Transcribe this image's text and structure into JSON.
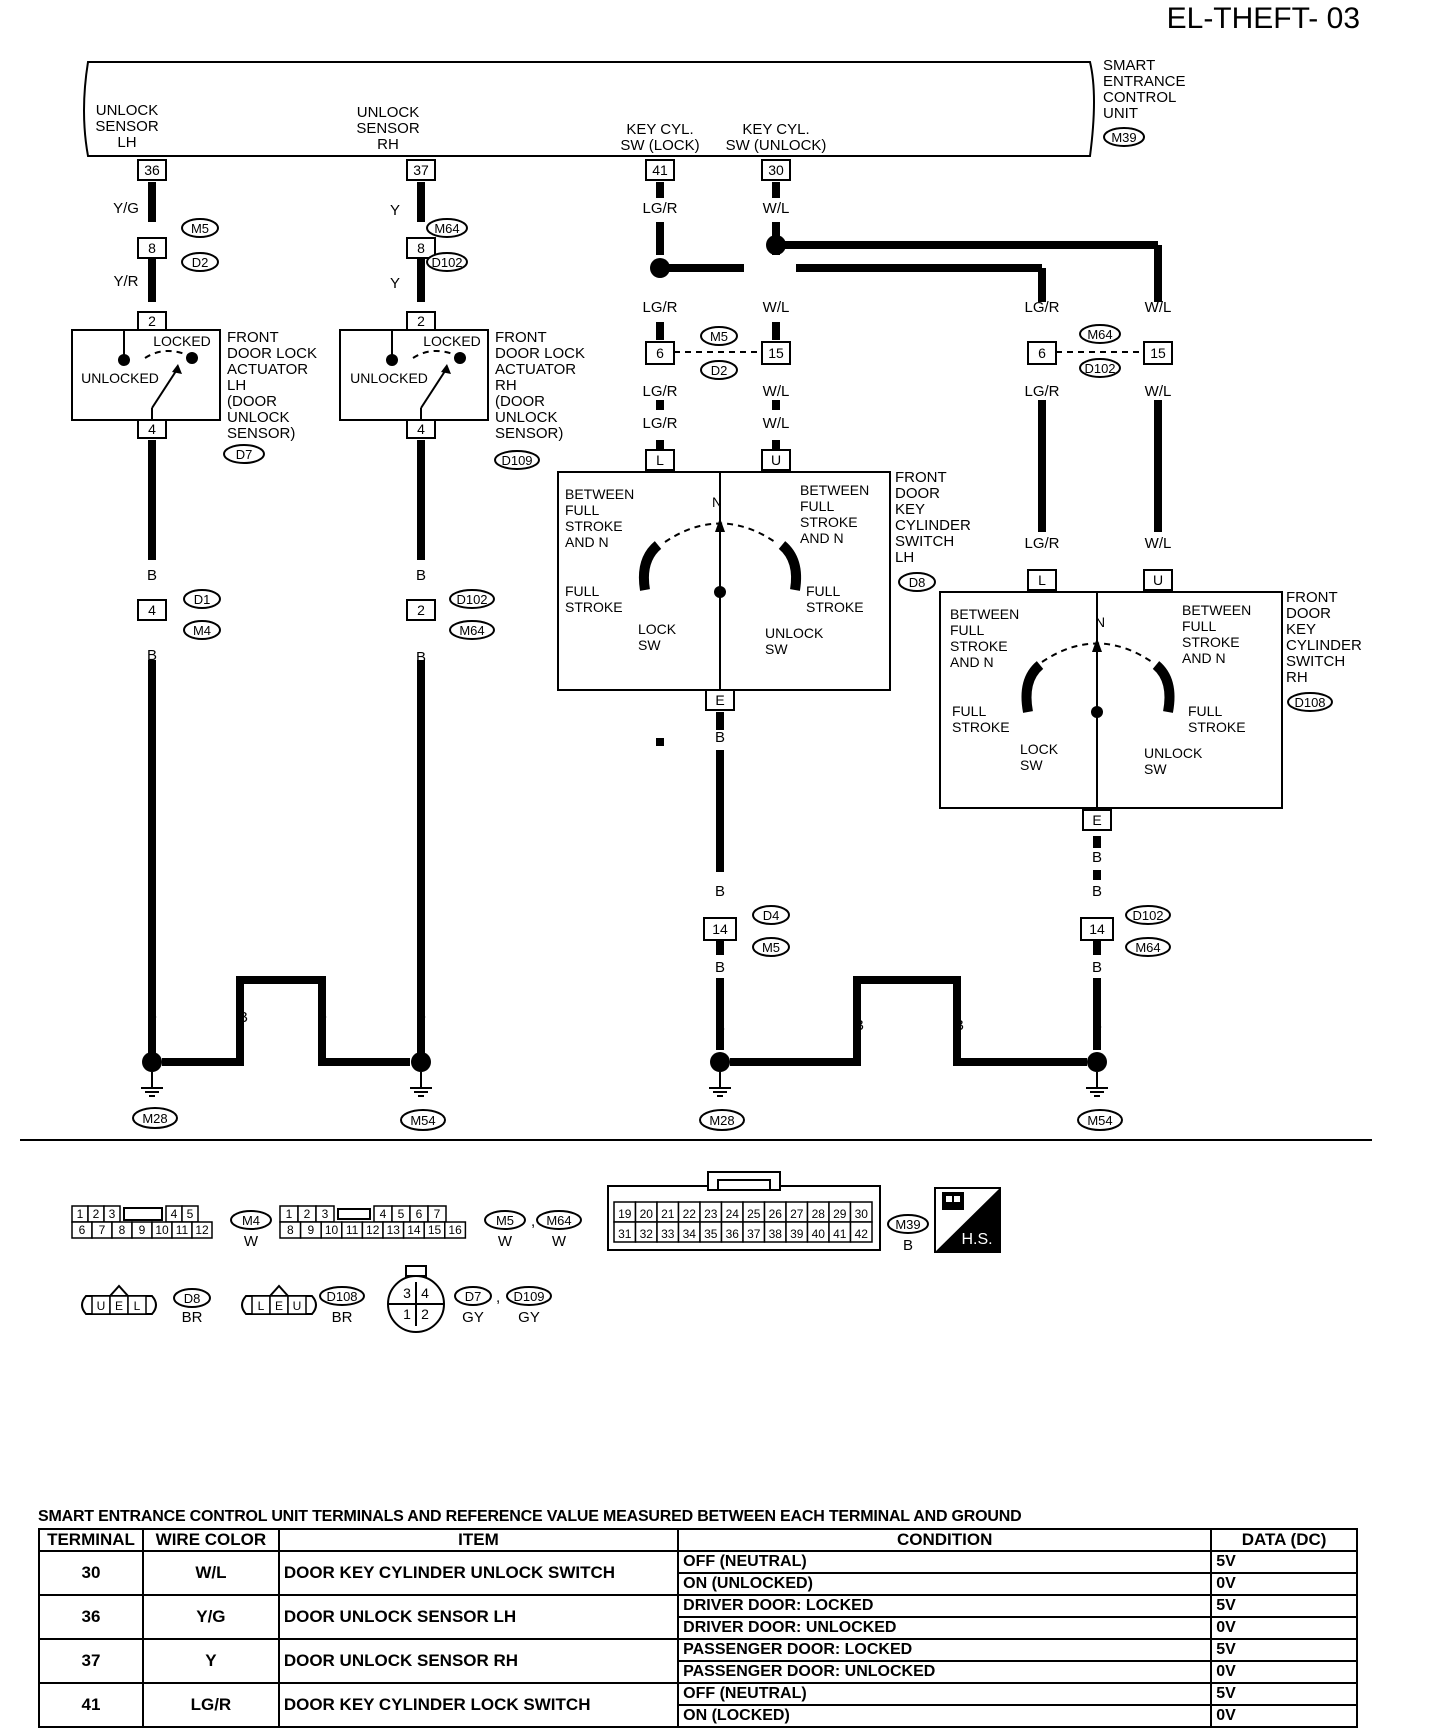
{
  "page_code": "EL-THEFT- 03",
  "control_unit": {
    "name": "SMART ENTRANCE CONTROL UNIT",
    "connector": "M39",
    "pins": [
      {
        "label": "UNLOCK SENSOR LH",
        "terminal": "36"
      },
      {
        "label": "UNLOCK SENSOR RH",
        "terminal": "37"
      },
      {
        "label": "KEY CYL. SW (LOCK)",
        "terminal": "41"
      },
      {
        "label": "KEY CYL. SW (UNLOCK)",
        "terminal": "30"
      }
    ]
  },
  "wires": {
    "yg": "Y/G",
    "yr": "Y/R",
    "y": "Y",
    "lgr": "LG/R",
    "wl": "W/L",
    "b": "B"
  },
  "connectors": {
    "m5": "M5",
    "d2": "D2",
    "m64": "M64",
    "d102": "D102",
    "d1": "D1",
    "m4": "M4",
    "d4": "D4",
    "d7": "D7",
    "d109": "D109",
    "d8": "D8",
    "d108": "D108",
    "m28": "M28",
    "m54": "M54",
    "m39": "M39"
  },
  "pins": {
    "p8": "8",
    "p2": "2",
    "p4": "4",
    "p6": "6",
    "p15": "15",
    "p14": "14",
    "pL": "L",
    "pU": "U",
    "pE": "E"
  },
  "actuator_lh": {
    "name": "FRONT DOOR LOCK ACTUATOR LH (DOOR UNLOCK SENSOR)",
    "locked": "LOCKED",
    "unlocked": "UNLOCKED"
  },
  "actuator_rh": {
    "name": "FRONT DOOR LOCK ACTUATOR RH (DOOR UNLOCK SENSOR)",
    "locked": "LOCKED",
    "unlocked": "UNLOCKED"
  },
  "key_switch_lh": {
    "name": "FRONT DOOR KEY CYLINDER SWITCH LH",
    "between": "BETWEEN FULL STROKE AND N",
    "neutral": "N",
    "full_stroke": "FULL STROKE",
    "lock_sw": "LOCK SW",
    "unlock_sw": "UNLOCK SW"
  },
  "key_switch_rh": {
    "name": "FRONT DOOR KEY CYLINDER SWITCH RH",
    "between": "BETWEEN FULL STROKE AND N",
    "neutral": "N",
    "full_stroke": "FULL STROKE",
    "lock_sw": "LOCK SW",
    "unlock_sw": "UNLOCK SW"
  },
  "legend": {
    "m4_pins": [
      "1",
      "2",
      "3",
      "4",
      "5",
      "6",
      "7",
      "8",
      "9",
      "10",
      "11",
      "12"
    ],
    "m4_color": "W",
    "m5_pins": [
      "1",
      "2",
      "3",
      "4",
      "5",
      "6",
      "7",
      "8",
      "9",
      "10",
      "11",
      "12",
      "13",
      "14",
      "15",
      "16"
    ],
    "m5_color": "W",
    "m64_color": "W",
    "m39_pins": [
      "19",
      "20",
      "21",
      "22",
      "23",
      "24",
      "25",
      "26",
      "27",
      "28",
      "29",
      "30",
      "31",
      "32",
      "33",
      "34",
      "35",
      "36",
      "37",
      "38",
      "39",
      "40",
      "41",
      "42"
    ],
    "m39_color": "B",
    "hs": "H.S.",
    "d8_pins": [
      "U",
      "E",
      "L"
    ],
    "d8_color": "BR",
    "d108_pins": [
      "L",
      "E",
      "U"
    ],
    "d108_color": "BR",
    "d7_pins": [
      "3",
      "4",
      "1",
      "2"
    ],
    "d7_color": "GY",
    "d109_color": "GY",
    "comma": ","
  },
  "table": {
    "caption": "SMART ENTRANCE CONTROL UNIT TERMINALS AND REFERENCE VALUE MEASURED BETWEEN EACH TERMINAL AND GROUND",
    "headers": [
      "TERMINAL",
      "WIRE COLOR",
      "ITEM",
      "CONDITION",
      "DATA (DC)"
    ],
    "rows": [
      {
        "terminal": "30",
        "wire": "W/L",
        "item": "DOOR KEY CYLINDER UNLOCK SWITCH",
        "conditions": [
          "OFF (NEUTRAL)",
          "ON (UNLOCKED)"
        ],
        "data": [
          "5V",
          "0V"
        ]
      },
      {
        "terminal": "36",
        "wire": "Y/G",
        "item": "DOOR UNLOCK SENSOR LH",
        "conditions": [
          "DRIVER DOOR: LOCKED",
          "DRIVER DOOR: UNLOCKED"
        ],
        "data": [
          "5V",
          "0V"
        ]
      },
      {
        "terminal": "37",
        "wire": "Y",
        "item": "DOOR UNLOCK SENSOR RH",
        "conditions": [
          "PASSENGER DOOR: LOCKED",
          "PASSENGER DOOR: UNLOCKED"
        ],
        "data": [
          "5V",
          "0V"
        ]
      },
      {
        "terminal": "41",
        "wire": "LG/R",
        "item": "DOOR KEY CYLINDER LOCK SWITCH",
        "conditions": [
          "OFF (NEUTRAL)",
          "ON (LOCKED)"
        ],
        "data": [
          "5V",
          "0V"
        ]
      }
    ]
  }
}
